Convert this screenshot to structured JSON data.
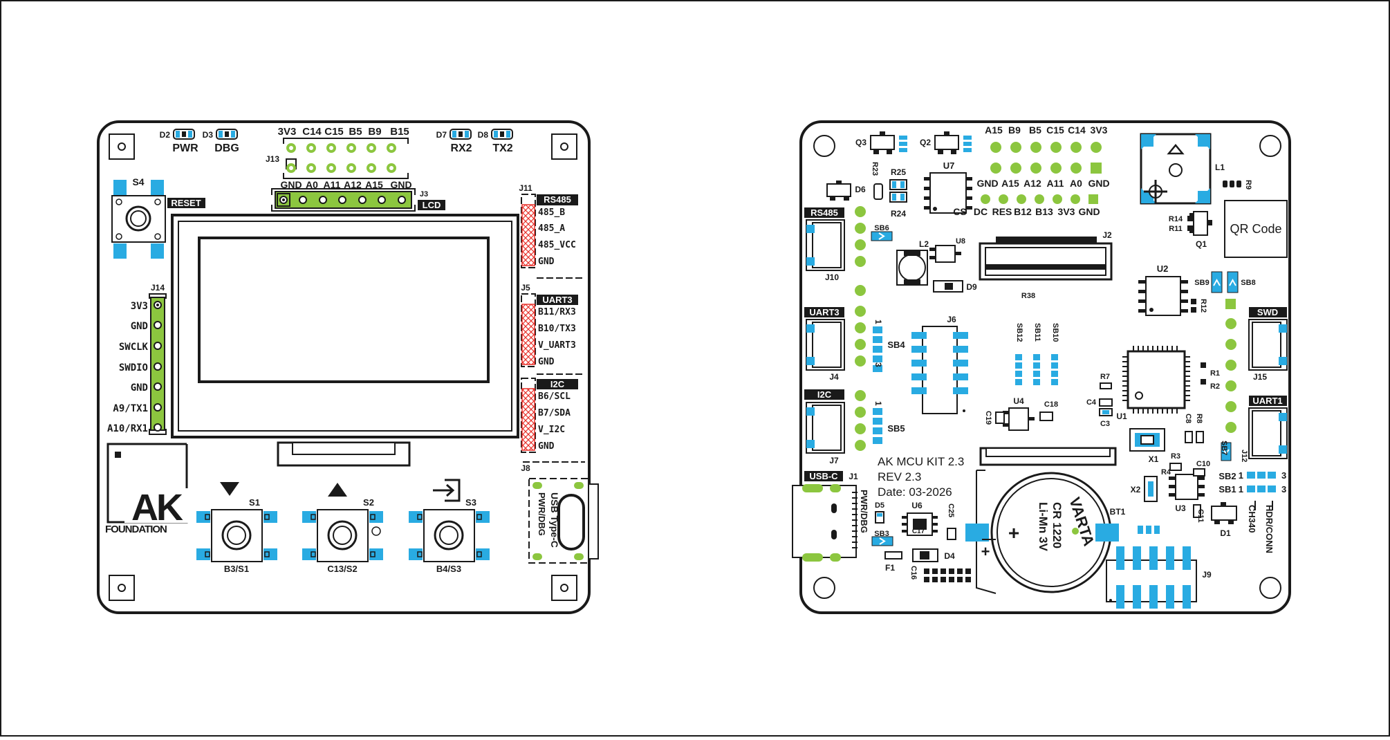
{
  "colors": {
    "outline": "#1a1a1a",
    "pad_blue": "#29abe2",
    "via_green": "#8cc63f",
    "hatch_red": "#e8302a",
    "white": "#ffffff"
  },
  "front": {
    "leds": [
      {
        "ref": "D2",
        "label": "PWR"
      },
      {
        "ref": "D3",
        "label": "DBG"
      },
      {
        "ref": "D7",
        "label": "RX2"
      },
      {
        "ref": "D8",
        "label": "TX2"
      }
    ],
    "top_header_top": [
      "3V3",
      "C14",
      "C15",
      "B5",
      "B9",
      "B15"
    ],
    "top_header_bottom": [
      "GND",
      "A0",
      "A11",
      "A12",
      "A15",
      "GND"
    ],
    "j13": "J13",
    "j3": "J3",
    "lcd": "LCD",
    "s4": "S4",
    "reset": "RESET",
    "j14": "J14",
    "j14_pins": [
      "3V3",
      "GND",
      "SWCLK",
      "SWDIO",
      "GND",
      "A9/TX1",
      "A10/RX1"
    ],
    "rs485": {
      "ref": "J11",
      "title": "RS485",
      "pins": [
        "485_B",
        "485_A",
        "485_VCC",
        "GND"
      ]
    },
    "uart3": {
      "ref": "J5",
      "title": "UART3",
      "pins": [
        "B11/RX3",
        "B10/TX3",
        "V_UART3",
        "GND"
      ]
    },
    "i2c": {
      "ref": "J8",
      "title": "I2C",
      "pins": [
        "B6/SCL",
        "B7/SDA",
        "V_I2C",
        "GND"
      ]
    },
    "logo_main": "AK",
    "logo_sub": "FOUNDATION",
    "buttons": [
      {
        "ref": "S1",
        "label": "B3/S1"
      },
      {
        "ref": "S2",
        "label": "C13/S2"
      },
      {
        "ref": "S3",
        "label": "B4/S3"
      }
    ],
    "usb_label": "USB Type-C",
    "usb_sub": "PWR/DBG"
  },
  "back": {
    "header_top": [
      "A15",
      "B9",
      "B5",
      "C15",
      "C14",
      "3V3"
    ],
    "header_mid": [
      "GND",
      "A15",
      "A12",
      "A11",
      "A0",
      "GND"
    ],
    "lcd_pins": [
      "CS",
      "DC",
      "RES",
      "B12",
      "B13",
      "3V3",
      "GND"
    ],
    "refs": {
      "q3": "Q3",
      "q2": "Q2",
      "u7": "U7",
      "r23": "R23",
      "r25": "R25",
      "r24": "R24",
      "d6": "D6",
      "l1": "L1",
      "r9": "R9",
      "r14": "R14",
      "r11": "R11",
      "q1": "Q1",
      "u8": "U8",
      "l2": "L2",
      "d9": "D9",
      "j2": "J2",
      "r38": "R38",
      "u2": "U2",
      "sb9": "SB9",
      "sb8": "SB8",
      "r12": "R12",
      "j6": "J6",
      "sb4": "SB4",
      "sb5": "SB5",
      "sb6": "SB6",
      "sb12": "SB12",
      "sb11": "SB11",
      "sb10": "SB10",
      "r7": "R7",
      "r1": "R1",
      "r2": "R2",
      "c4": "C4",
      "c3": "C3",
      "u1": "U1",
      "c8": "C8",
      "r8": "R8",
      "sb7": "SB7",
      "j12": "J12",
      "c19": "C19",
      "u4": "U4",
      "c18": "C18",
      "x1": "X1",
      "r3": "R3",
      "c10": "C10",
      "r4": "R4",
      "x2": "X2",
      "u3": "U3",
      "c11": "C11",
      "d1": "D1",
      "sb2": "SB2",
      "sb1": "SB1",
      "j1": "J1",
      "d5": "D5",
      "u6": "U6",
      "c25": "C25",
      "sb3": "SB3",
      "c17": "C17",
      "f1": "F1",
      "c16": "C16",
      "d4": "D4",
      "bt1": "BT1",
      "j9": "J9",
      "j10": "J10",
      "j4": "J4",
      "j7": "J7",
      "j15": "J15"
    },
    "conn_titles": {
      "rs485": "RS485",
      "uart3": "UART3",
      "i2c": "I2C",
      "swd": "SWD",
      "uart1": "UART1",
      "usbc": "USB-C"
    },
    "qr": "QR Code",
    "kit_title": "AK MCU KIT 2.3",
    "kit_rev": "REV 2.3",
    "kit_date": "Date: 03-2026",
    "battery_brand": "VARTA",
    "battery_model": "CR 1220",
    "battery_chem": "Li-Mn 3V",
    "usb_side": "PWR/DBG",
    "ch340": "CH340",
    "hdr_conn": "HDR/CONN",
    "num1": "1",
    "num3": "3"
  }
}
